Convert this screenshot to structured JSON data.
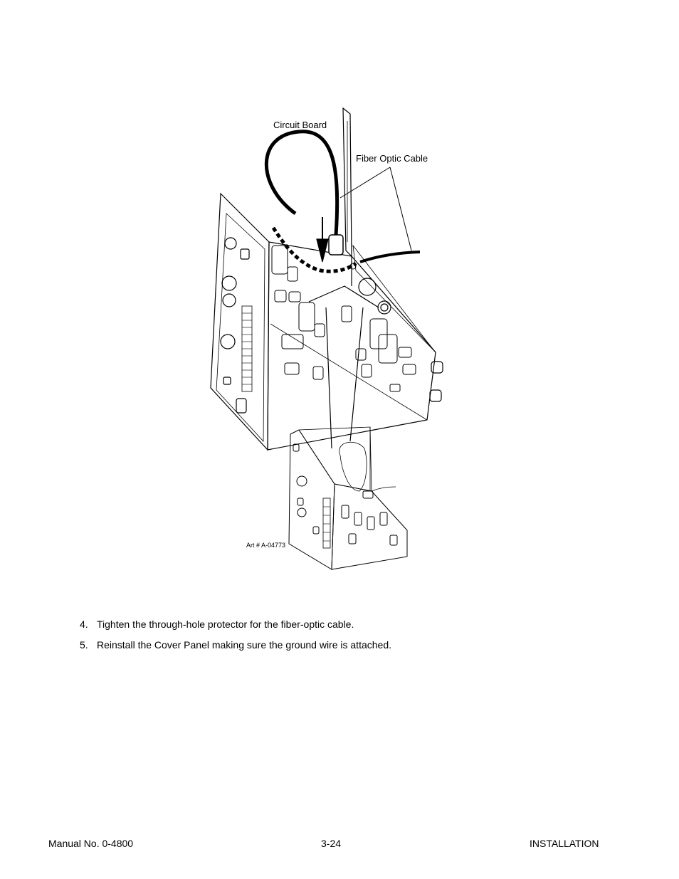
{
  "figure": {
    "callouts": {
      "circuit_board": "Circuit Board",
      "fiber_optic_cable": "Fiber Optic Cable"
    },
    "art_number": "Art # A-04773"
  },
  "steps": [
    {
      "number": "4.",
      "text": "Tighten the through-hole protector for the fiber-optic cable."
    },
    {
      "number": "5.",
      "text": "Reinstall the Cover Panel making sure the ground wire is attached."
    }
  ],
  "footer": {
    "manual": "Manual No. 0-4800",
    "page": "3-24",
    "section": "INSTALLATION"
  }
}
